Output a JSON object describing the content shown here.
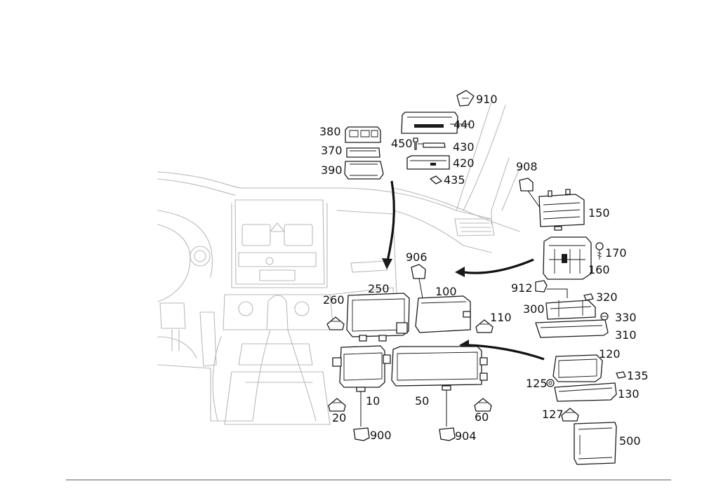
{
  "callouts": {
    "p10": "10",
    "p20": "20",
    "p50": "50",
    "p60": "60",
    "p100": "100",
    "p110": "110",
    "p120": "120",
    "p125": "125",
    "p127": "127",
    "p130": "130",
    "p135": "135",
    "p150": "150",
    "p160": "160",
    "p170": "170",
    "p250": "250",
    "p260": "260",
    "p300": "300",
    "p310": "310",
    "p320": "320",
    "p330": "330",
    "p370": "370",
    "p380": "380",
    "p390": "390",
    "p420": "420",
    "p430": "430",
    "p435": "435",
    "p440": "440",
    "p450": "450",
    "p500": "500",
    "p900": "900",
    "p904": "904",
    "p906": "906",
    "p908": "908",
    "p910": "910",
    "p912": "912"
  },
  "colors": {
    "line": "#1a1a1a",
    "background_sketch": "#b9b9b9"
  }
}
